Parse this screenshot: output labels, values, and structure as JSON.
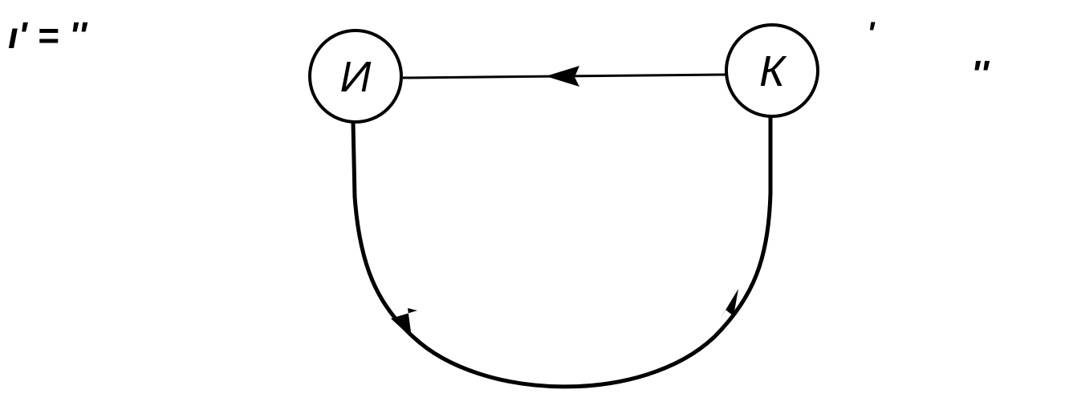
{
  "diagram": {
    "nodes": [
      {
        "id": "source",
        "label": "И"
      },
      {
        "id": "consumer",
        "label": "К"
      }
    ],
    "edges": [
      {
        "from": "consumer",
        "to": "source",
        "style": "straight-top"
      },
      {
        "from": "source",
        "to": "consumer",
        "style": "arc-bottom"
      }
    ],
    "residue": {
      "top_left": "ı' = '' ",
      "top_right_dot": "'",
      "right": "''"
    },
    "colors": {
      "stroke": "#000000",
      "background": "#ffffff"
    }
  }
}
